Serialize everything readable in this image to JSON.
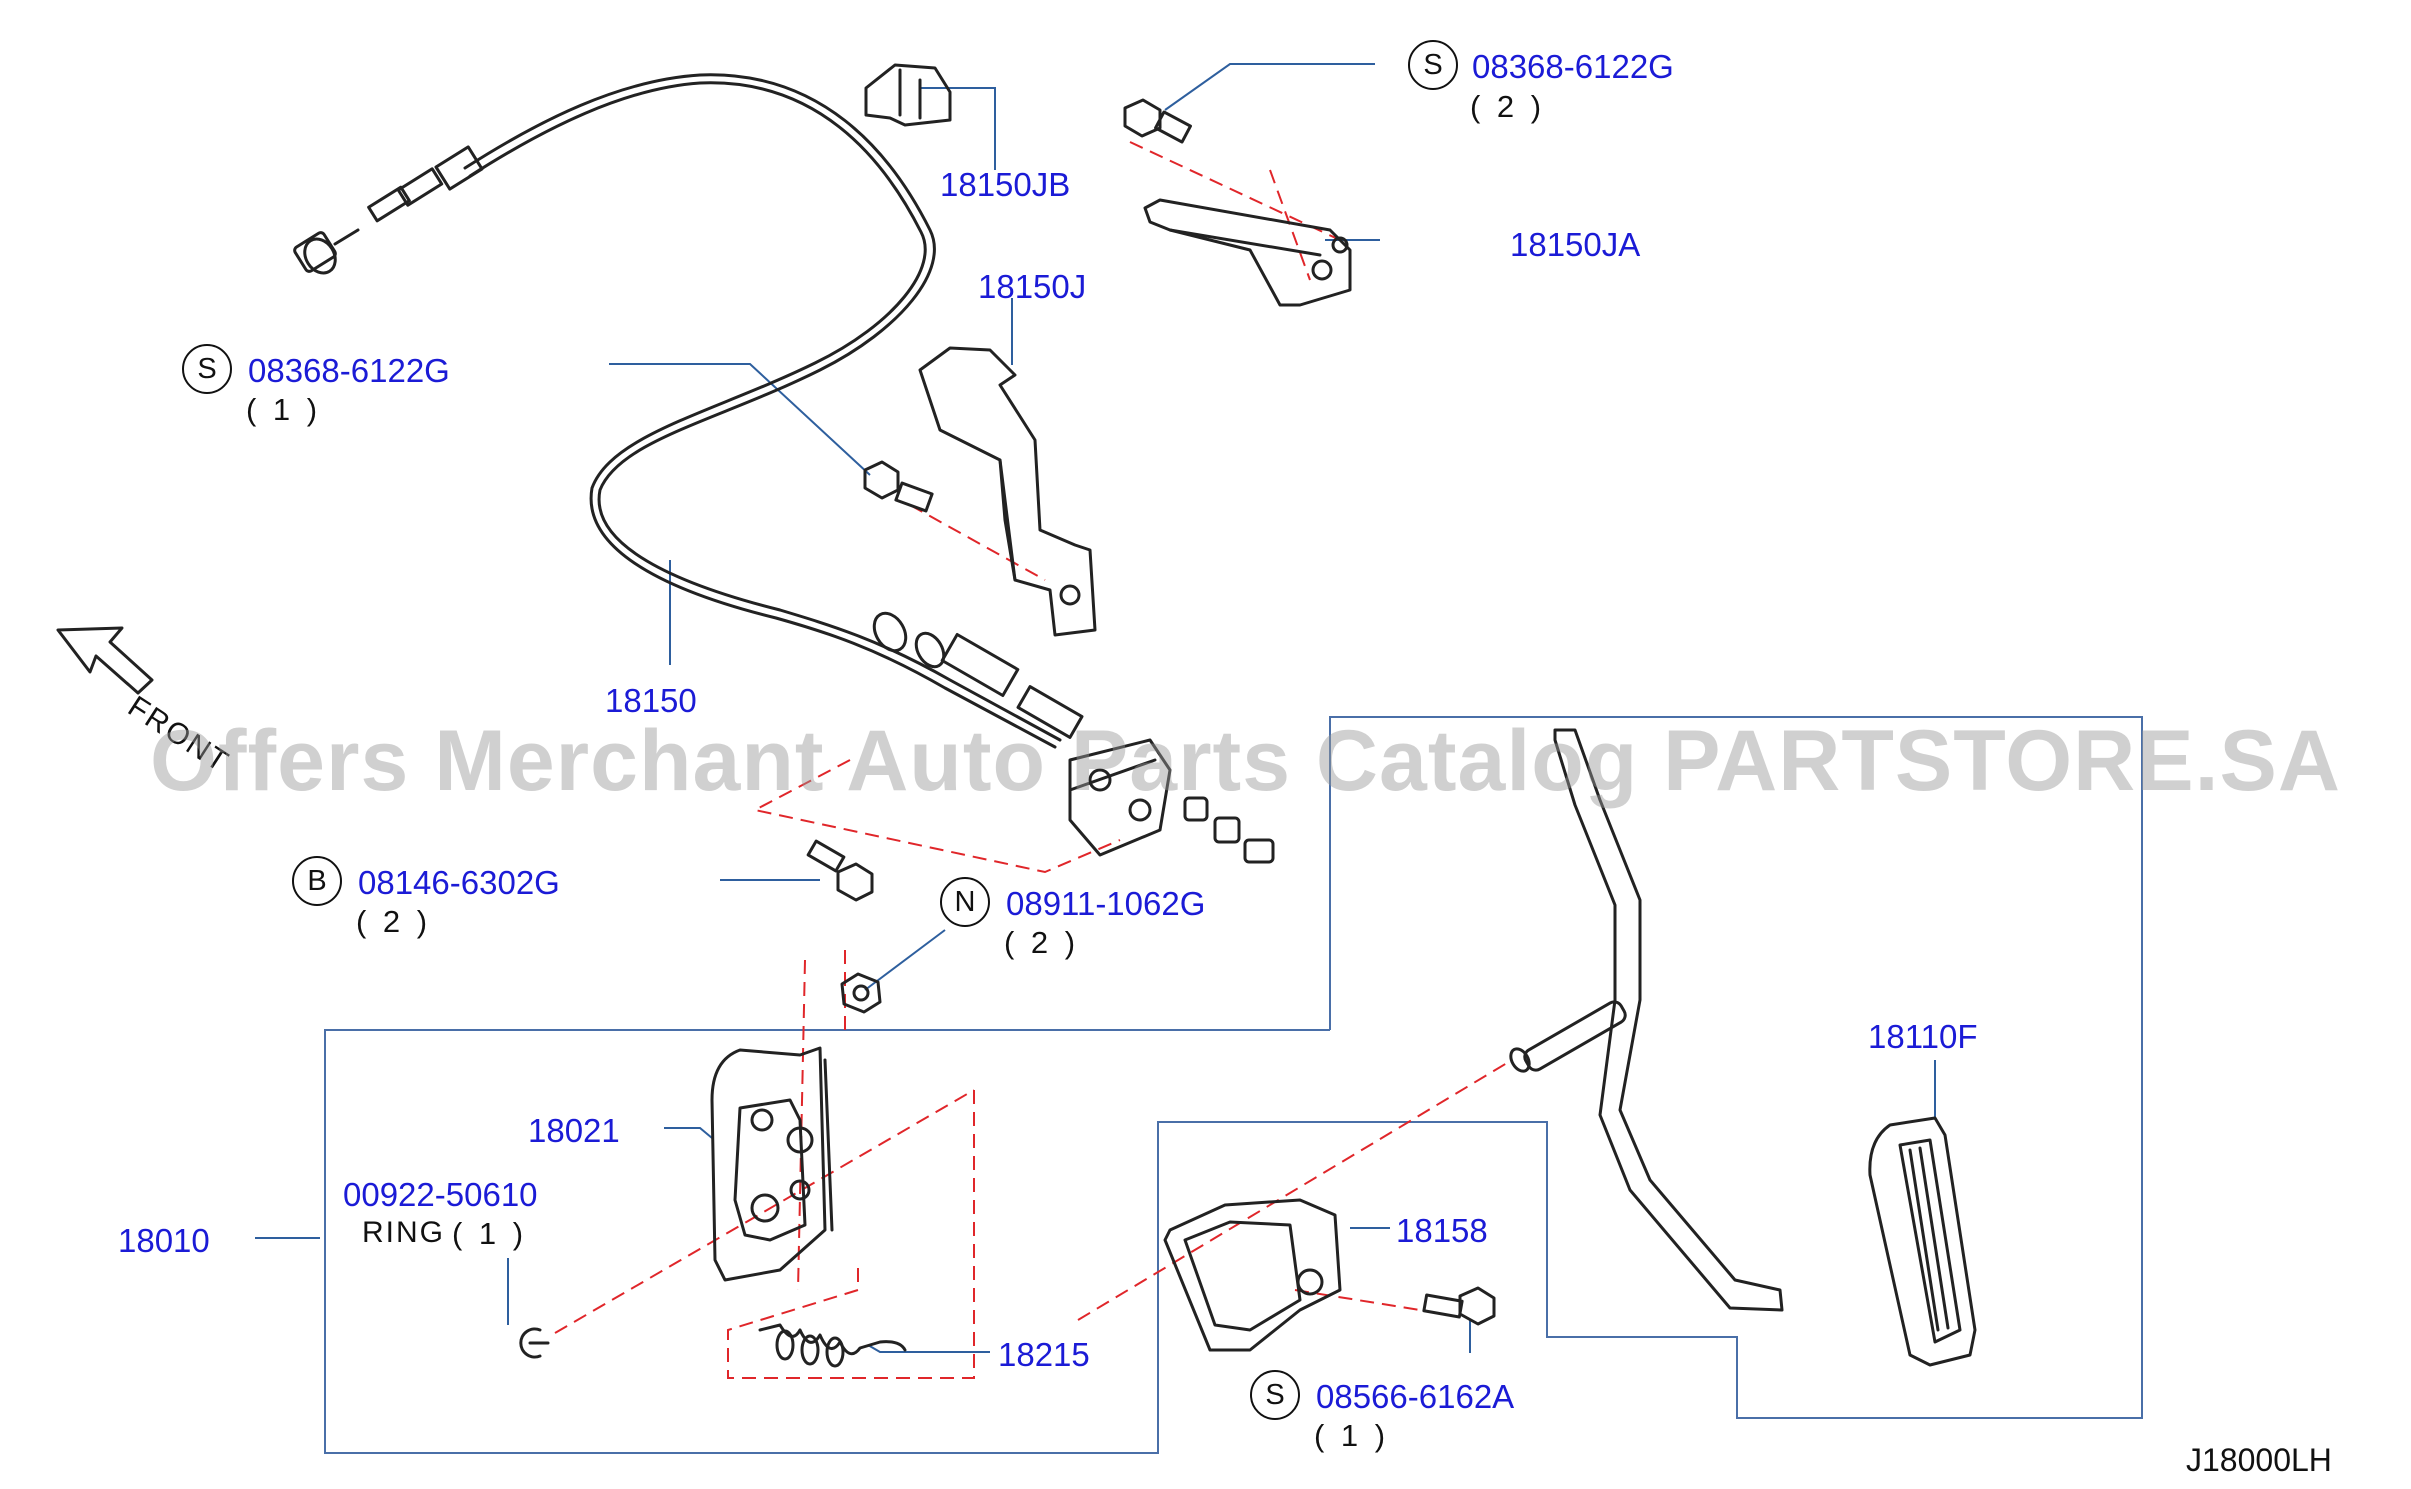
{
  "labels": {
    "p18150JB": "18150JB",
    "p18150JA": "18150JA",
    "p18150J": "18150J",
    "p18150": "18150",
    "p18021": "18021",
    "p18010": "18010",
    "p18215": "18215",
    "p18158": "18158",
    "p18110F": "18110F",
    "ring_part": "00922-50610",
    "ring_text": "RING",
    "ring_qty": "( 1 )",
    "s1_part": "08368-6122G",
    "s1_qty": "( 2 )",
    "s2_part": "08368-6122G",
    "s2_qty": "( 1 )",
    "b_part": "08146-6302G",
    "b_qty": "( 2 )",
    "n_part": "08911-1062G",
    "n_qty": "( 2 )",
    "s3_part": "08566-6162A",
    "s3_qty": "( 1 )"
  },
  "badges": {
    "s1": "S",
    "s2": "S",
    "b": "B",
    "n": "N",
    "s3": "S"
  },
  "front_text": "FRONT",
  "watermark": "Offers Merchant Auto Parts Catalog PARTSTORE.SA",
  "diagram_code": "J18000LH",
  "colors": {
    "label": "#1b1bd6",
    "leader": "#2e5f9e",
    "dash": "#e0262a",
    "part": "#222222"
  }
}
